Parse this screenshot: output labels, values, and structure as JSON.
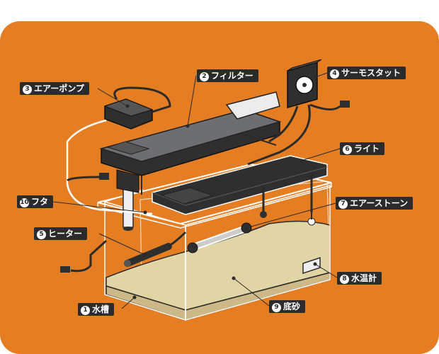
{
  "colors": {
    "background_panel": "#e57d22",
    "label_bg": "#2b2b2b",
    "label_text": "#ffffff",
    "sand": "#e1d4a5",
    "device_dark": "#2f2f2f"
  },
  "labels": [
    {
      "num": "3",
      "text": "エアーポンプ"
    },
    {
      "num": "2",
      "text": "フィルター"
    },
    {
      "num": "4",
      "text": "サーモスタット"
    },
    {
      "num": "6",
      "text": "ライト"
    },
    {
      "num": "10",
      "text": "フタ"
    },
    {
      "num": "7",
      "text": "エアーストーン"
    },
    {
      "num": "5",
      "text": "ヒーター"
    },
    {
      "num": "8",
      "text": "水温計"
    },
    {
      "num": "9",
      "text": "底砂"
    },
    {
      "num": "1",
      "text": "水槽"
    }
  ]
}
